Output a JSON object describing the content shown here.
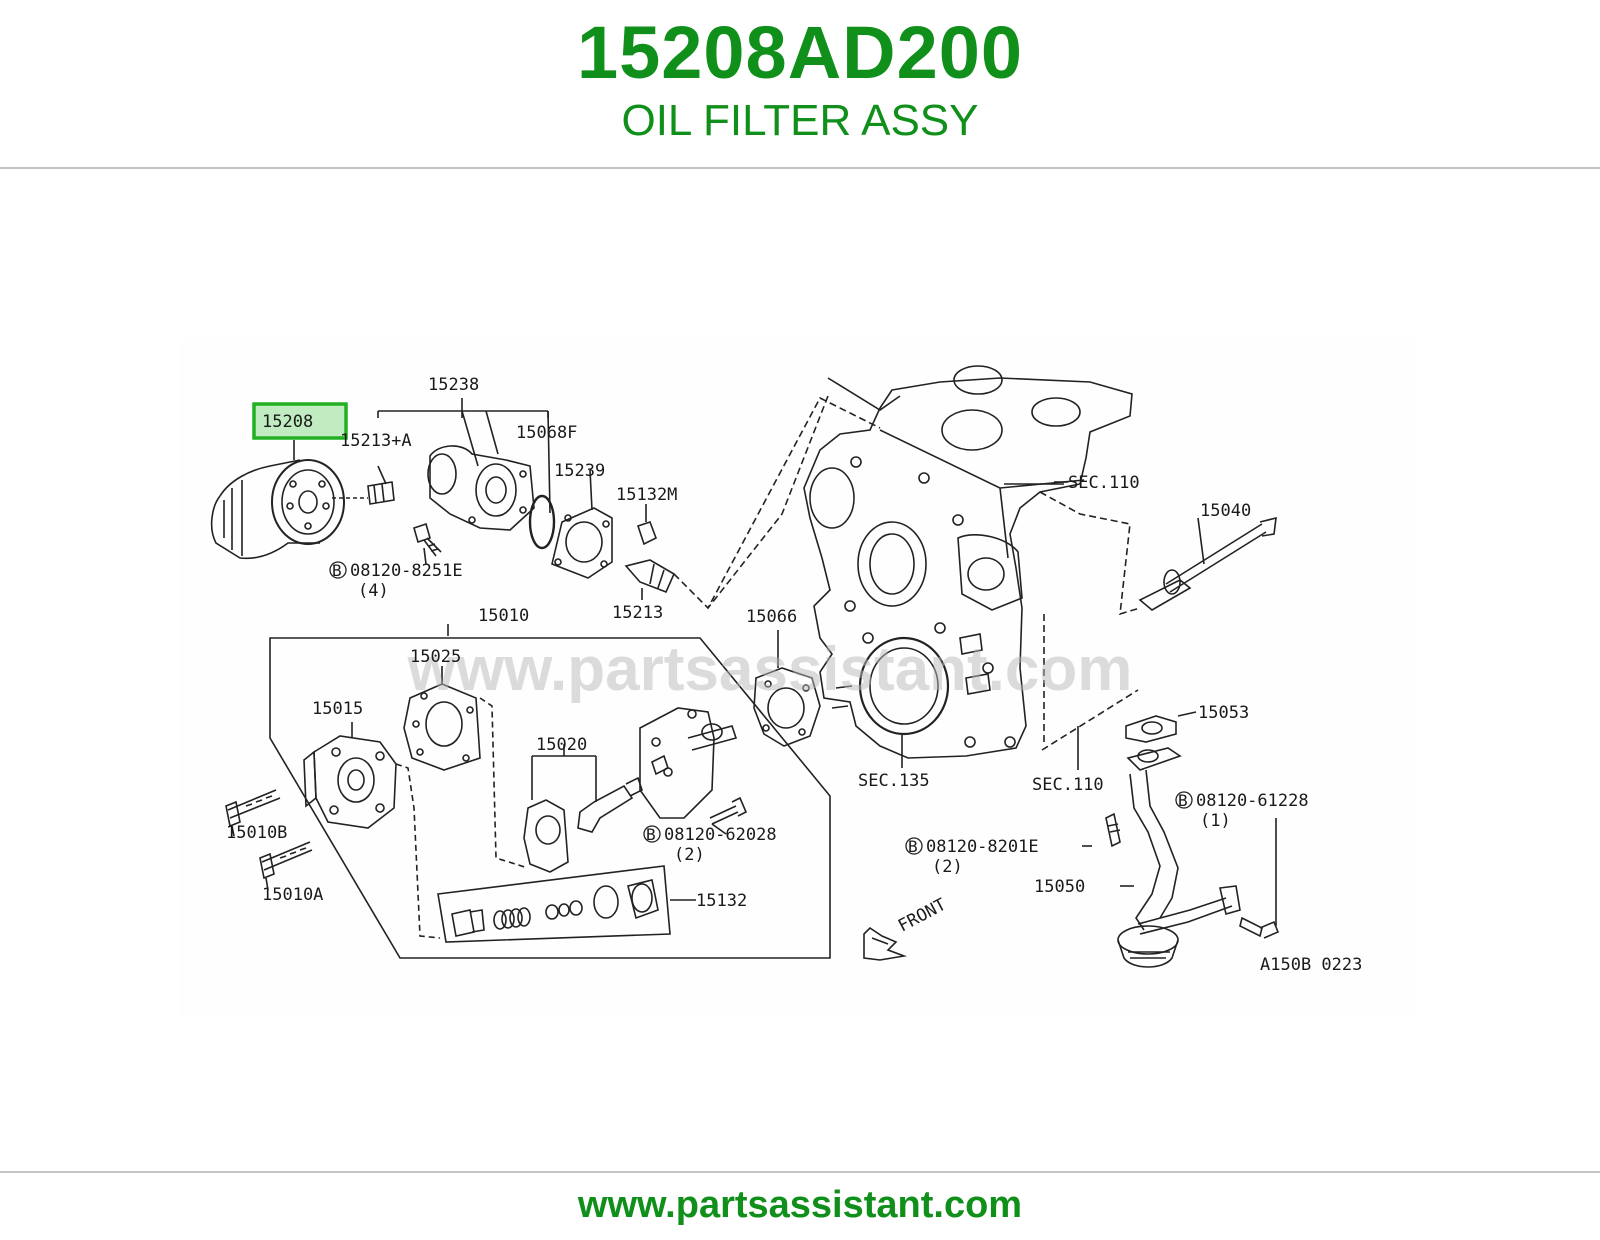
{
  "header": {
    "part_number": "15208AD200",
    "part_name": "OIL FILTER ASSY"
  },
  "diagram": {
    "highlighted_callout": "15208",
    "highlight_color": "#22b022",
    "watermark": "www.partsassistant.com",
    "drawing_code": "A150B 0223",
    "front_label": "FRONT",
    "callouts": {
      "c15238": "15238",
      "c15213a": "15213+A",
      "c15068f": "15068F",
      "c15239": "15239",
      "c15132m": "15132M",
      "c15213": "15213",
      "c08120_8251e": "08120-8251E",
      "c08120_8251e_qty": "(4)",
      "sec110_top": "SEC.110",
      "c15040": "15040",
      "c15010": "15010",
      "c15025": "15025",
      "c15015": "15015",
      "c15020": "15020",
      "c15066": "15066",
      "c15010b": "15010B",
      "c15010a": "15010A",
      "c08120_62028": "08120-62028",
      "c08120_62028_qty": "(2)",
      "c15132": "15132",
      "sec135": "SEC.135",
      "sec110_bottom": "SEC.110",
      "c15053": "15053",
      "c08120_61228": "08120-61228",
      "c08120_61228_qty": "(1)",
      "c08120_8201e": "08120-8201E",
      "c08120_8201e_qty": "(2)",
      "c15050": "15050",
      "bolt_marker": "B"
    }
  },
  "footer": {
    "url": "www.partsassistant.com"
  }
}
